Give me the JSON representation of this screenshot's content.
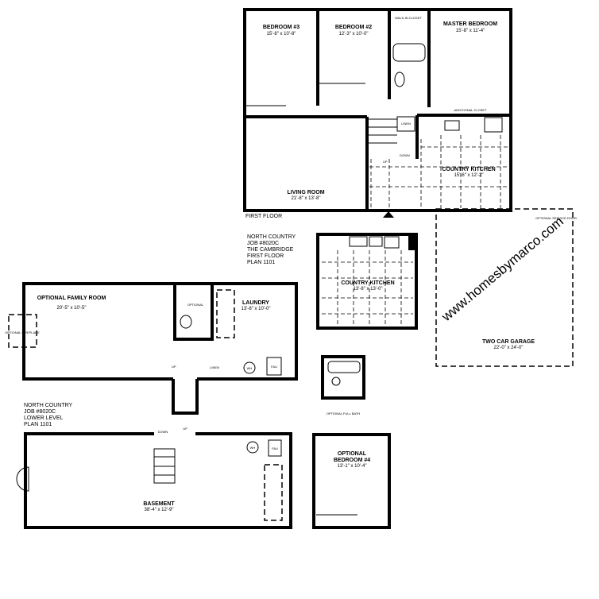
{
  "watermark": "www.homesbymarco.com",
  "first_floor": {
    "caption": "FIRST FLOOR",
    "rooms": {
      "bedroom3": {
        "name": "BEDROOM #3",
        "size": "15'-8\" x 10'-8\""
      },
      "bedroom2": {
        "name": "BEDROOM #2",
        "size": "12'-3\" x 10'-0\""
      },
      "walkin_closet": {
        "name": "WALK-IN CLOSET"
      },
      "master_bedroom": {
        "name": "MASTER BEDROOM",
        "size": "15'-8\" x 11'-4\""
      },
      "additional_closet": {
        "name": "ADDITIONAL CLOSET"
      },
      "living_room": {
        "name": "LIVING ROOM",
        "size": "21'-8\" x 13'-8\""
      },
      "country_kitchen": {
        "name": "COUNTRY KITCHEN",
        "size": "15'-6\" x 12'-2\""
      },
      "linen": {
        "name": "LINEN"
      },
      "stair_up": "UP",
      "stair_down": "DOWN"
    },
    "plan_info": [
      "NORTH COUNTRY",
      "JOB #8020C",
      "THE CAMBRIDGE",
      "FIRST FLOOR",
      "PLAN 1101"
    ]
  },
  "alt_kitchen": {
    "name": "COUNTRY KITCHEN",
    "size": "13'-8\" x 13'-0\""
  },
  "garage": {
    "name": "TWO CAR GARAGE",
    "size": "22'-0\" x 24'-0\"",
    "door_note": "OPTIONAL SERVICE DOOR"
  },
  "lower_level": {
    "family_room": {
      "name": "OPTIONAL FAMILY ROOM",
      "size": "20'-5\" x 10'-5\""
    },
    "fireplace": "OPTIONAL FIREPLACE",
    "optional_bath": "OPTIONAL",
    "laundry": {
      "name": "LAUNDRY",
      "size": "13'-8\" x 10'-0\""
    },
    "linen": "LINEN",
    "wh": "WH",
    "fau": "FAU",
    "stair_up": "UP",
    "plan_info": [
      "NORTH COUNTRY",
      "JOB #8020C",
      "LOWER LEVEL",
      "PLAN 1101"
    ]
  },
  "full_bath": {
    "name": "OPTIONAL FULL BATH"
  },
  "basement": {
    "name": "BASEMENT",
    "size": "38'-4\" x 12'-9\"",
    "down": "DOWN",
    "up": "UP",
    "wh": "WH",
    "fau": "FAU"
  },
  "bedroom4": {
    "name": "OPTIONAL BEDROOM #4",
    "line1": "OPTIONAL",
    "line2": "BEDROOM #4",
    "size": "13'-1\" x 10'-4\""
  }
}
